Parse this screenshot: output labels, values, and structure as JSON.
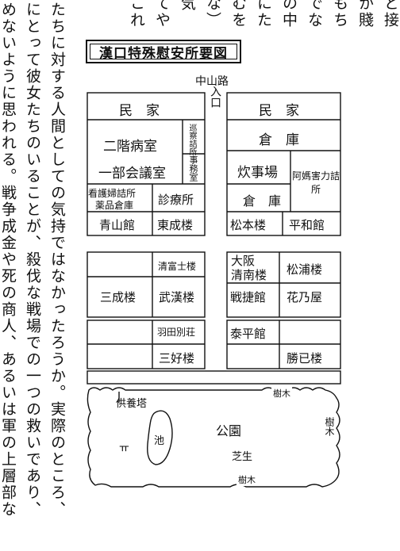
{
  "text_columns": [
    "と接",
    "か賤",
    "もち",
    "でな",
    "の中",
    "にた",
    "むを",
    "な）",
    "気",
    "てや",
    "これ",
    "たちに対する人間としての気持ではなかったろうか。実際のところ、",
    "にとって彼女たちのいることが、殺伐な戦場での一つの救いであり、",
    "めないように思われる。戦争成金や死の商人、あるいは軍の上層部な"
  ],
  "map": {
    "title": "漢口特殊慰安所要図",
    "street": "中山路",
    "entrance": "入口",
    "left_blocks": {
      "minka": "民　家",
      "nikai": "二階病室",
      "ichibu": "一部会議室",
      "junsa": "巡察詰所",
      "jimu": "事務室",
      "kango": "看護婦詰所",
      "yakuhin": "薬品倉庫",
      "shinryo": "診療所",
      "aoyama": "青山館",
      "tosei": "東成楼",
      "kiyotomi": "清富士楼",
      "sansei": "三成楼",
      "buhan": "武漢楼",
      "haneda": "羽田別荘",
      "sanko": "三好楼"
    },
    "right_blocks": {
      "minka": "民　家",
      "soko1": "倉　庫",
      "suiji": "炊事場",
      "amah": "阿媽害力詰所",
      "soko2": "倉　庫",
      "matsumoto": "松本楼",
      "heiwa": "平和館",
      "osaka": "大阪",
      "seinan": "清南楼",
      "matsuura": "松浦楼",
      "sensho": "戦捷館",
      "hananoya": "花乃屋",
      "taihei": "泰平館",
      "shoki": "勝已楼"
    },
    "park": {
      "label": "公園",
      "kuyoto": "供養塔",
      "ike": "池",
      "shiba": "芝生",
      "jumoku": "樹木",
      "shrine": "ㅠ"
    }
  }
}
